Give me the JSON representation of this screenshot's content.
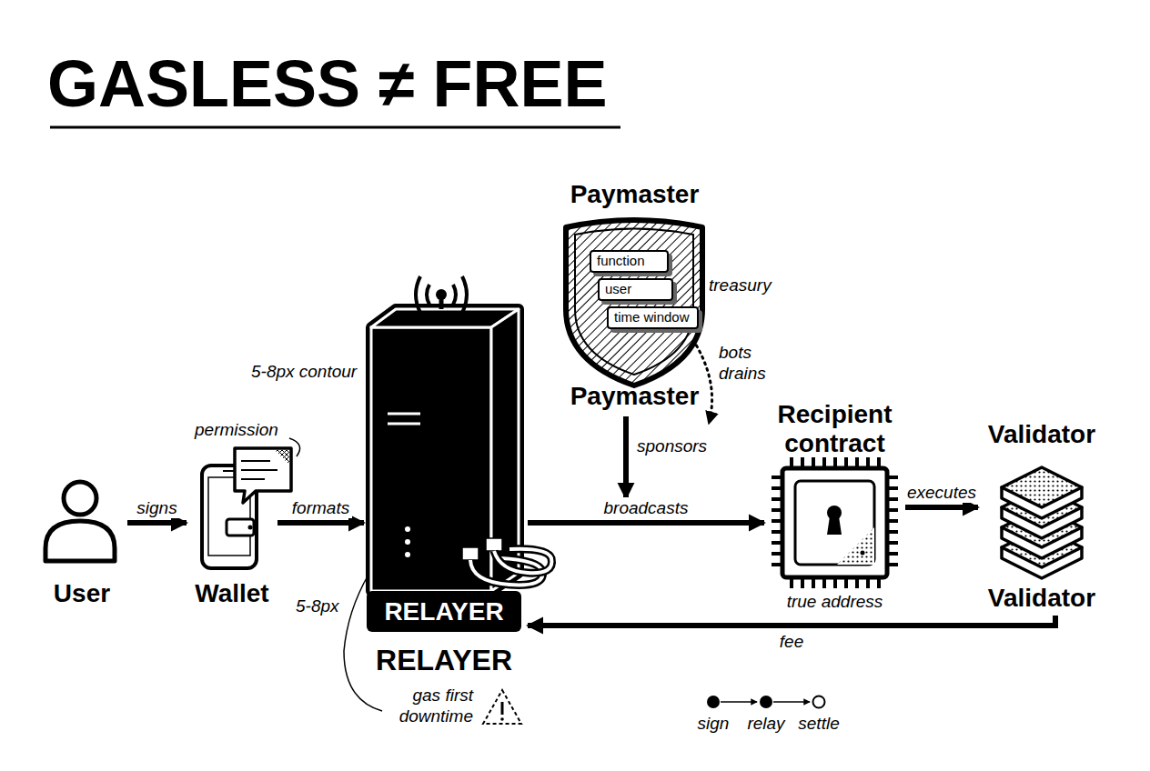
{
  "diagram": {
    "title": "GASLESS ≠ FREE",
    "nodes": [
      {
        "text": [
          "User"
        ]
      },
      {
        "text": [
          "Wallet"
        ]
      },
      {
        "text": [
          "RELAYER",
          "RELAYER"
        ]
      },
      {
        "text": [
          "Paymaster",
          "Paymaster"
        ]
      },
      {
        "text": [
          "function"
        ],
        "in": 3
      },
      {
        "text": [
          "user"
        ],
        "in": 3
      },
      {
        "text": [
          "time window"
        ],
        "in": 3
      },
      {
        "text": [
          "Recipient contract",
          "true address"
        ]
      },
      {
        "text": [
          "Validator",
          "Validator"
        ]
      }
    ],
    "edges": [
      {
        "from": 0,
        "to": 1,
        "label": "signs",
        "arrow": "to"
      },
      {
        "from": 1,
        "to": 2,
        "label": "formats",
        "arrow": "to"
      },
      {
        "from": 2,
        "to": 7,
        "label": "broadcasts",
        "arrow": "to"
      },
      {
        "from": 7,
        "to": 8,
        "label": "executes",
        "arrow": "to"
      },
      {
        "from": 8,
        "to": 2,
        "label": "fee",
        "arrow": "to"
      }
    ],
    "labels": [
      "5-8px contour",
      "permission",
      "treasury",
      "bots drains",
      "sponsors",
      "5-8px",
      "gas first downtime",
      "sign",
      "relay",
      "settle"
    ]
  }
}
